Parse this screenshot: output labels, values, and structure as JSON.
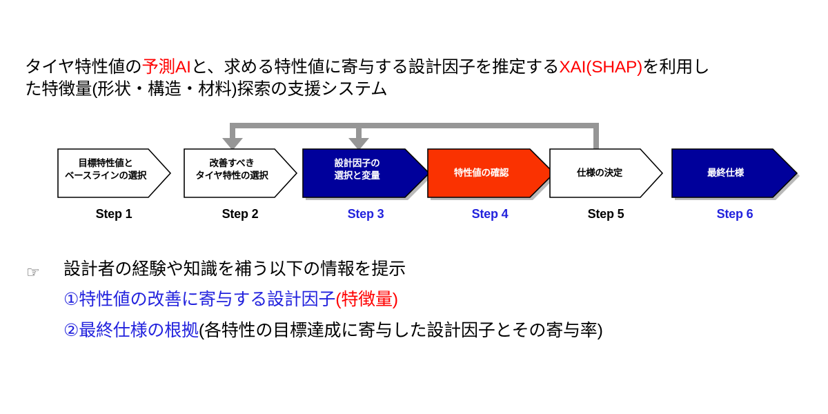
{
  "slide": {
    "background": "#ffffff",
    "accent_blue": "#00009b",
    "accent_orange": "#fa3201",
    "text_red": "#ff0000",
    "text_blue": "#2222dd",
    "connector_gray": "#969696"
  },
  "title": {
    "line1": {
      "seg1": "タイヤ特性値の",
      "seg2_red": "予測AI",
      "seg3": "と、求める特性値に寄与する設計因子を推定する",
      "seg4_red": "XAI(SHAP)",
      "seg5": "を利用し"
    },
    "line2": {
      "seg1": "た特徴量(形状・構造・材料)探索の支援システム"
    }
  },
  "flow": {
    "steps": [
      {
        "id": "step-1",
        "label_lines": [
          "目標特性値と",
          "ベースラインの選択"
        ],
        "caption": "Step 1",
        "caption_color": "#000000",
        "fill": "#ffffff",
        "stroke": "#000000",
        "text_color": "#000000"
      },
      {
        "id": "step-2",
        "label_lines": [
          "改善すべき",
          "タイヤ特性の選択"
        ],
        "caption": "Step 2",
        "caption_color": "#000000",
        "fill": "#ffffff",
        "stroke": "#000000",
        "text_color": "#000000"
      },
      {
        "id": "step-3",
        "label_lines": [
          "設計因子の",
          "選択と変量"
        ],
        "caption": "Step 3",
        "caption_color": "#2222dd",
        "fill": "#00009b",
        "stroke": "#000000",
        "text_color": "#ffffff"
      },
      {
        "id": "step-4",
        "label_lines": [
          "特性値の確認"
        ],
        "caption": "Step 4",
        "caption_color": "#2222dd",
        "fill": "#fa3201",
        "stroke": "#000000",
        "text_color": "#ffffff"
      },
      {
        "id": "step-5",
        "label_lines": [
          "仕様の決定"
        ],
        "caption": "Step 5",
        "caption_color": "#000000",
        "fill": "#ffffff",
        "stroke": "#000000",
        "text_color": "#000000"
      },
      {
        "id": "step-6",
        "label_lines": [
          "最終仕様"
        ],
        "caption": "Step 6",
        "caption_color": "#2222dd",
        "fill": "#00009b",
        "stroke": "#000000",
        "text_color": "#ffffff"
      }
    ],
    "feedback": {
      "description": "仕様の決定から改善すべきタイヤ特性の選択と設計因子の選択と変量へ戻るフィードバック",
      "targets": [
        "step-2",
        "step-3"
      ],
      "source": "step-5"
    }
  },
  "notes": {
    "lead": {
      "icon": "pointing-hand",
      "icon_glyph": "☞",
      "text": "設計者の経験や知識を補う以下の情報を提示"
    },
    "item1": {
      "blue": "①特性値の改善に寄与する設計因子",
      "red": "(特徴量)"
    },
    "item2": {
      "blue": "②最終仕様の根拠",
      "black": "(各特性の目標達成に寄与した設計因子とその寄与率)"
    }
  }
}
